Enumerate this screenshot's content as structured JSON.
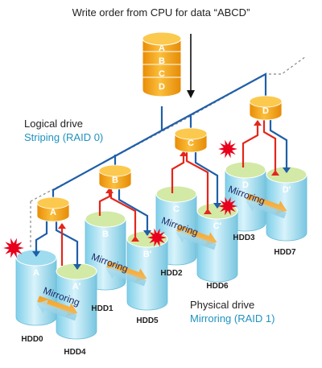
{
  "title": "Write order from CPU for data “ABCD”",
  "source_stack": [
    "A",
    "B",
    "C",
    "D"
  ],
  "logical": {
    "heading": "Logical drive",
    "subheading": "Striping (RAID 0)",
    "disks": [
      "A",
      "B",
      "C",
      "D"
    ]
  },
  "physical": {
    "heading": "Physical drive",
    "subheading": "Mirroring (RAID 1)"
  },
  "mirror_label": "Mirroring",
  "drives": [
    {
      "label": "HDD0",
      "content": "A"
    },
    {
      "label": "HDD4",
      "content": "A'"
    },
    {
      "label": "HDD1",
      "content": "B"
    },
    {
      "label": "HDD5",
      "content": "B'"
    },
    {
      "label": "HDD2",
      "content": "C"
    },
    {
      "label": "HDD6",
      "content": "C'"
    },
    {
      "label": "HDD3",
      "content": "D"
    },
    {
      "label": "HDD7",
      "content": "D'"
    }
  ],
  "colors": {
    "disk_orange": "#f4a11a",
    "cyl_blue": "#9fdcef",
    "cyl_green": "#d3e9a6",
    "blue_line": "#1f5fa8",
    "red_line": "#e4261b",
    "teal_text": "#1f92bf",
    "mirror_arrow": "#f29d1b",
    "mirror_arrow2": "#9ad0e6",
    "burst": "#e8001c"
  }
}
